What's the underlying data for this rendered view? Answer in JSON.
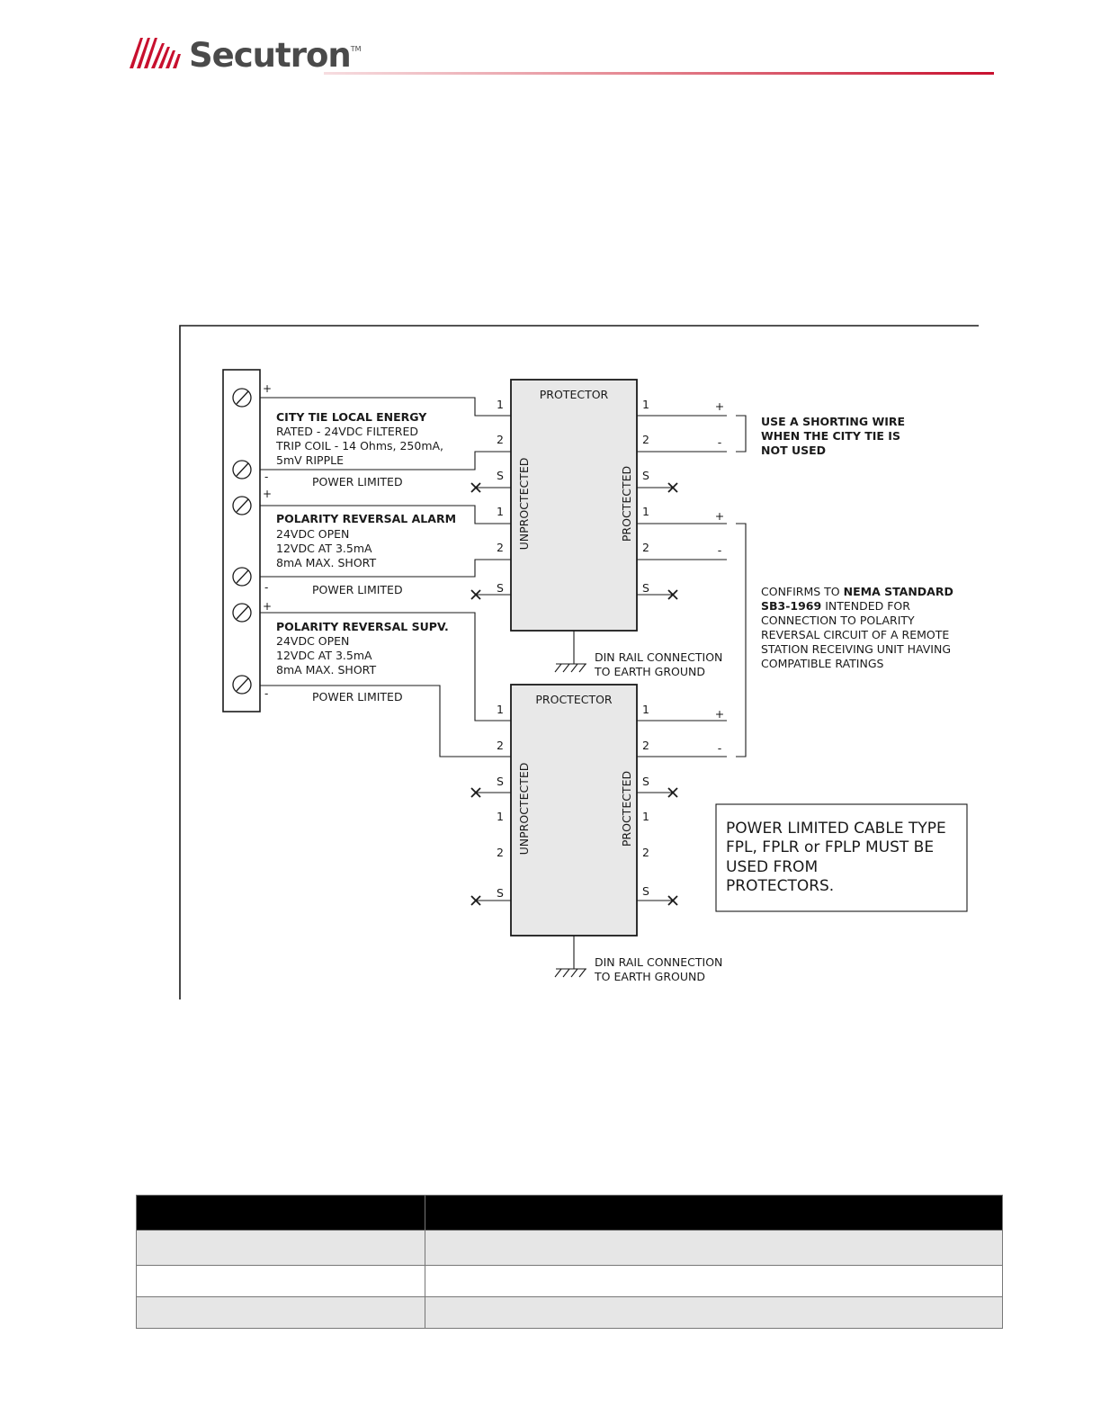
{
  "header": {
    "brand": "Secutron",
    "trademark": "TM",
    "brand_color": "#c8102e"
  },
  "diagram": {
    "terminal_marks": [
      "+",
      "-",
      "+",
      "-",
      "+",
      "-"
    ],
    "circuit1": {
      "title": "CITY TIE LOCAL ENERGY",
      "lines": [
        "RATED - 24VDC FILTERED",
        "TRIP COIL - 14 Ohms, 250mA,",
        "5mV  RIPPLE"
      ],
      "power": "POWER LIMITED"
    },
    "circuit2": {
      "title": "POLARITY REVERSAL ALARM",
      "lines": [
        "24VDC OPEN",
        "12VDC AT 3.5mA",
        "8mA MAX. SHORT"
      ],
      "power": "POWER LIMITED"
    },
    "circuit3": {
      "title": "POLARITY REVERSAL SUPV.",
      "lines": [
        "24VDC OPEN",
        "12VDC AT 3.5mA",
        "8mA MAX. SHORT"
      ],
      "power": "POWER LIMITED"
    },
    "protector1": {
      "title": "PROTECTOR",
      "left_label": "UNPROCTECTED",
      "right_label": "PROCTECTED",
      "left_pins": [
        "1",
        "2",
        "S",
        "1",
        "2",
        "S"
      ],
      "right_pins": [
        "1",
        "2",
        "S",
        "1",
        "2",
        "S"
      ]
    },
    "protector2": {
      "title": "PROCTECTOR",
      "left_label": "UNPROCTECTED",
      "right_label": "PROCTECTED",
      "left_pins": [
        "1",
        "2",
        "S",
        "1",
        "2",
        "S"
      ],
      "right_pins": [
        "1",
        "2",
        "S",
        "1",
        "2",
        "S"
      ]
    },
    "output_marks": [
      "+",
      "-",
      "+",
      "-",
      "+",
      "-"
    ],
    "ground1": [
      "DIN RAIL CONNECTION",
      "TO EARTH GROUND"
    ],
    "ground2": [
      "DIN RAIL CONNECTION",
      "TO EARTH GROUND"
    ],
    "note_shorting": [
      "USE A SHORTING WIRE",
      "WHEN THE CITY TIE IS",
      "NOT USED"
    ],
    "note_nema": {
      "lines": [
        [
          "CONFIRMS TO ",
          "NEMA STANDARD"
        ],
        [
          "SB3-1969",
          " INTENDED FOR"
        ],
        [
          "CONNECTION TO POLARITY",
          ""
        ],
        [
          "REVERSAL CIRCUIT OF A REMOTE",
          ""
        ],
        [
          "STATION RECEIVING UNIT HAVING",
          ""
        ],
        [
          "COMPATIBLE RATINGS",
          ""
        ]
      ]
    },
    "note_cable": [
      "POWER LIMITED CABLE TYPE",
      "FPL, FPLR or FPLP MUST BE",
      "USED FROM",
      "PROTECTORS."
    ]
  },
  "table": {
    "rows": [
      [
        "",
        ""
      ],
      [
        "",
        ""
      ],
      [
        "",
        ""
      ]
    ]
  }
}
